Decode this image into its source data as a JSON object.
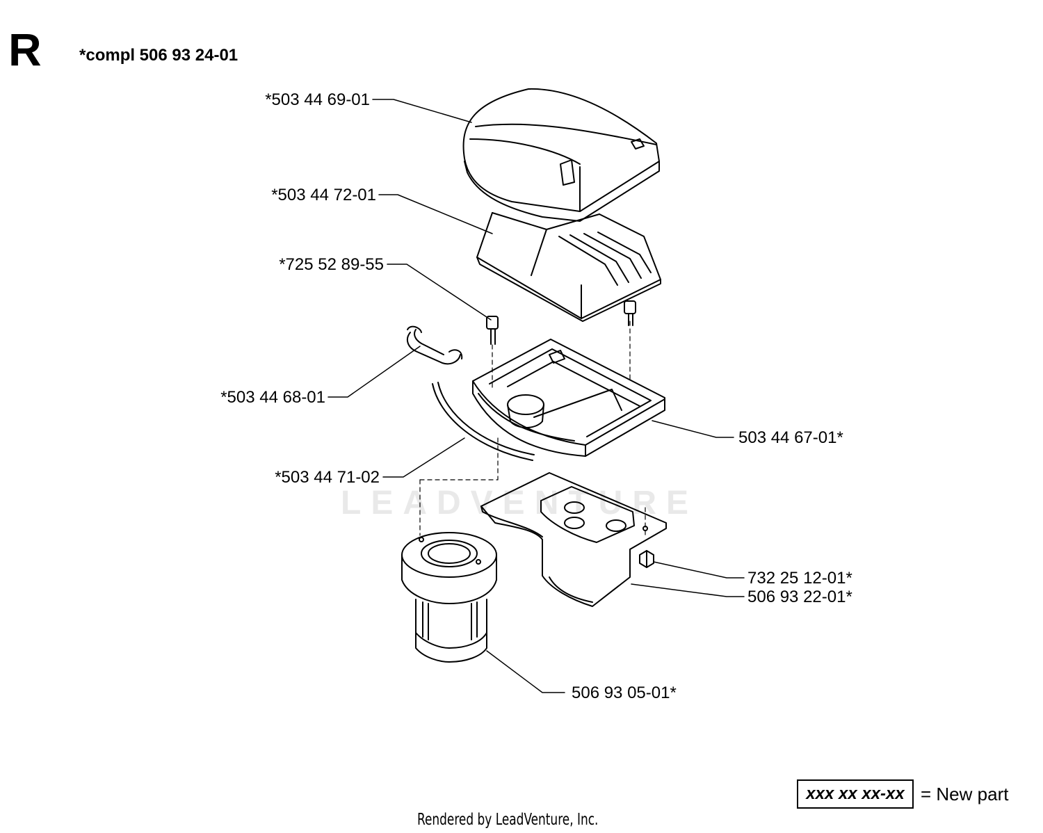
{
  "section_letter": "R",
  "kit_title": "*compl 506 93 24-01",
  "watermark": "LEADVENTURE",
  "parts": [
    {
      "id": "cover",
      "label": "*503 44 69-01"
    },
    {
      "id": "filter-upper",
      "label": "*503 44 72-01"
    },
    {
      "id": "screw",
      "label": "*725 52 89-55"
    },
    {
      "id": "clip",
      "label": "*503 44 68-01"
    },
    {
      "id": "filter-holder",
      "label": "503 44 67-01*"
    },
    {
      "id": "seal-strip",
      "label": "*503 44 71-02"
    },
    {
      "id": "nut",
      "label": "732 25 12-01*"
    },
    {
      "id": "base-plate",
      "label": "506 93 22-01*"
    },
    {
      "id": "round-filter",
      "label": "506 93 05-01*"
    }
  ],
  "legend": {
    "box_text": "xxx xx xx-xx",
    "text": "= New part"
  },
  "footer": "Rendered by LeadVenture, Inc."
}
